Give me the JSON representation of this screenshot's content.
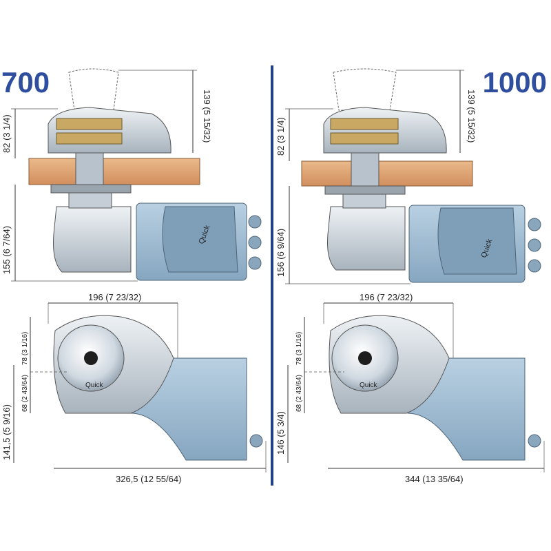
{
  "models": [
    {
      "title": "700",
      "top_height_label": "139 (5 15/32)",
      "deck_top_label": "82 (3 1/4)",
      "below_deck_label": "155 (6 7/64)",
      "width_label": "196 (7 23/32)",
      "center_upper_label": "78 (3 1/16)",
      "center_lower_label": "68 (2 43/64)",
      "plan_height_label": "141,5 (5 9/16)",
      "total_length_label": "326,5 (12 55/64)",
      "brand": "Quick"
    },
    {
      "title": "1000",
      "top_height_label": "139 (5 15/32)",
      "deck_top_label": "82 (3 1/4)",
      "below_deck_label": "156 (6 9/64)",
      "width_label": "196 (7 23/32)",
      "center_upper_label": "78 (3 1/16)",
      "center_lower_label": "68 (2 43/64)",
      "plan_height_label": "146 (5 3/4)",
      "total_length_label": "344 (13 35/64)",
      "brand": "Quick"
    }
  ],
  "colors": {
    "title": "#2f4f9e",
    "divider": "#1f3f8f",
    "motor_blue": "#9bb8cf",
    "deck_wood": "#e0a878",
    "gypsy_gold": "#c8a862",
    "metal": "#c9d2da"
  }
}
